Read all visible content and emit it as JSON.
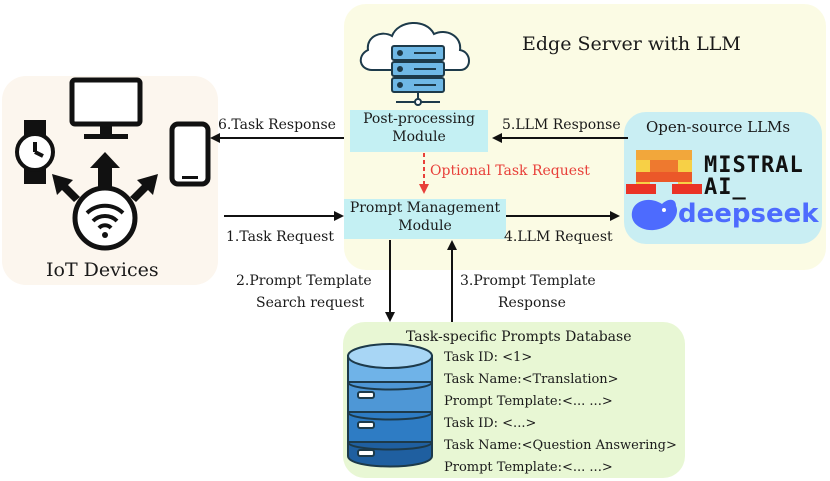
{
  "edge_server": {
    "title": "Edge Server with  LLM"
  },
  "iot": {
    "title": "IoT Devices"
  },
  "post_module": {
    "line1": "Post-processing",
    "line2": "Module"
  },
  "prompt_module": {
    "line1": "Prompt Management",
    "line2": "Module"
  },
  "llms": {
    "title": "Open-source LLMs",
    "mistral_line1": "MISTRAL",
    "mistral_line2": "AI_",
    "deepseek": "deepseek"
  },
  "arrows": {
    "task_response": "6.Task Response",
    "llm_response": "5.LLM Response",
    "optional": "Optional Task Request",
    "task_request": "1.Task Request",
    "llm_request": "4.LLM Request",
    "search_line1": "2.Prompt Template",
    "search_line2": "Search request",
    "resp_line1": "3.Prompt Template",
    "resp_line2": "Response"
  },
  "database": {
    "title": "Task-specific Prompts Database",
    "entries": [
      "Task ID: <1>",
      "Task Name:<Translation>",
      "Prompt Template:<... ...>",
      "Task ID: <...>",
      "Task Name:<Question Answering>",
      "Prompt Template:<... ...>"
    ]
  },
  "colors": {
    "edge_panel": "#fbfbe4",
    "iot_panel": "#fcf6ee",
    "llm_panel": "#c9eef3",
    "db_panel": "#e8f7d4",
    "module": "#c4f0f3",
    "optional_red": "#e8403a",
    "deepseek_blue": "#4d6bfe"
  }
}
